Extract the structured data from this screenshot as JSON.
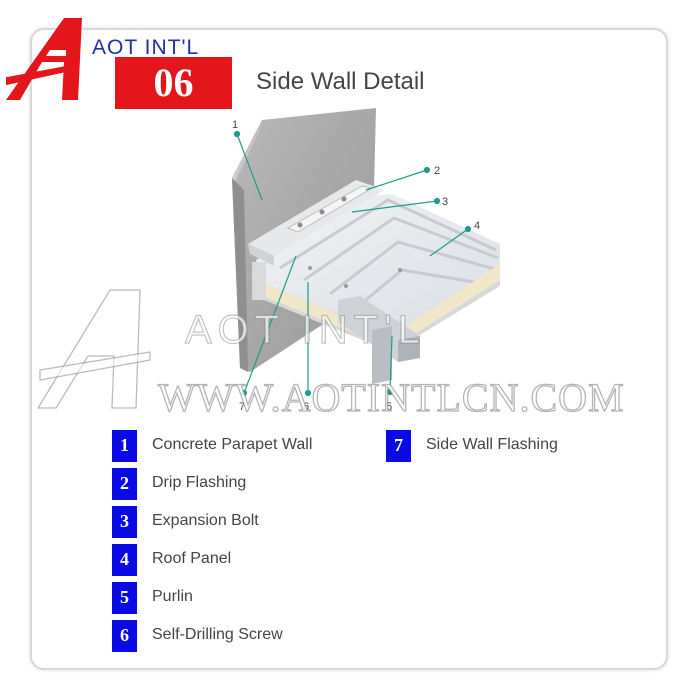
{
  "header": {
    "brand": "AOT INT'L",
    "section_number": "06",
    "title": "Side Wall Detail"
  },
  "watermark": {
    "brand": "AOT INT'L",
    "website": "WWW.AOTINTLCN.COM"
  },
  "callouts": [
    "1",
    "2",
    "3",
    "4",
    "5",
    "6",
    "7"
  ],
  "legend": [
    {
      "num": "1",
      "label": "Concrete Parapet Wall"
    },
    {
      "num": "2",
      "label": "Drip Flashing"
    },
    {
      "num": "3",
      "label": "Expansion Bolt"
    },
    {
      "num": "4",
      "label": "Roof Panel"
    },
    {
      "num": "5",
      "label": "Purlin"
    },
    {
      "num": "6",
      "label": "Self-Drilling Screw"
    },
    {
      "num": "7",
      "label": "Side Wall Flashing"
    }
  ],
  "colors": {
    "accent_red": "#e4151b",
    "legend_blue": "#0a0ae6",
    "callout_teal": "#1f9c8c",
    "brand_blue": "#1f2fa8"
  }
}
